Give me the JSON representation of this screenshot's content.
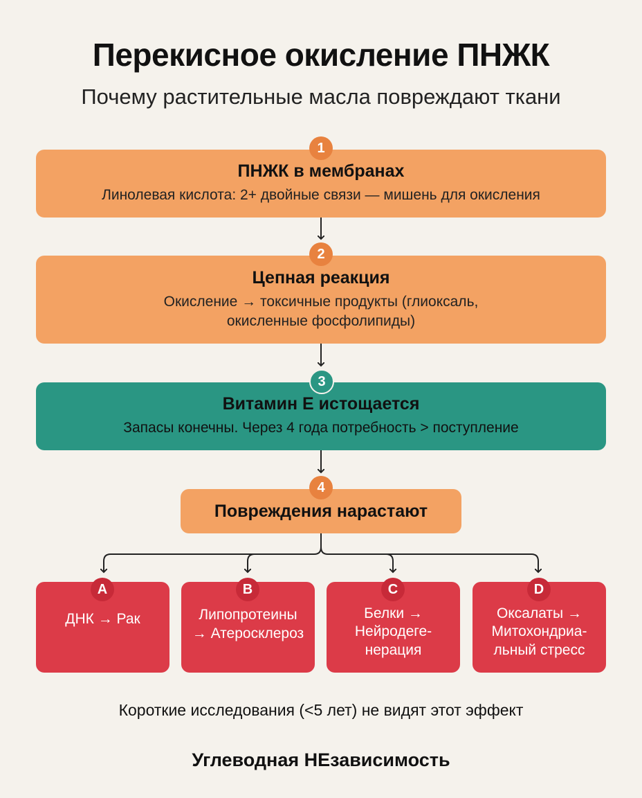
{
  "header": {
    "title": "Перекисное окисление ПНЖК",
    "subtitle": "Почему растительные масла повреждают ткани"
  },
  "steps": [
    {
      "badge": "1",
      "title": "ПНЖК в мембранах",
      "text": "Линолевая кислота: 2+ двойные связи — мишень для окисления"
    },
    {
      "badge": "2",
      "title": "Цепная реакция",
      "text_line1": "Окисление → токсичные продукты (глиоксаль,",
      "text_line2": "окисленные фосфолипиды)"
    },
    {
      "badge": "3",
      "title": "Витамин Е истощается",
      "text": "Запасы конечны. Через 4 года потребность > поступление"
    },
    {
      "badge": "4",
      "title": "Повреждения нарастают"
    }
  ],
  "outcomes": [
    {
      "badge": "A",
      "line1": "ДНК → Рак",
      "line2": "",
      "line3": ""
    },
    {
      "badge": "B",
      "line1": "Липопротеины",
      "line2": "→ Атеросклероз",
      "line3": ""
    },
    {
      "badge": "C",
      "line1": "Белки →",
      "line2": "Нейродеге-",
      "line3": "нерация"
    },
    {
      "badge": "D",
      "line1": "Оксалаты →",
      "line2": "Митохондриа-",
      "line3": "льный стресс"
    }
  ],
  "note": "Короткие исследования (<5 лет) не видят этот эффект",
  "brand": "Углеводная НЕзависимость",
  "colors": {
    "background": "#f5f2ec",
    "orange": "#f3a263",
    "orange_badge": "#e8823f",
    "teal": "#2a9683",
    "red": "#dc3b48",
    "red_badge": "#c72a38"
  }
}
